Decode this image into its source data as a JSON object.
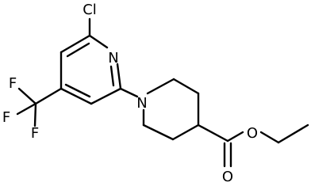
{
  "molecule": {
    "atoms": {
      "chlorine": "Cl",
      "pyridine_nitrogen": "N",
      "piperidine_nitrogen": "N",
      "fluorine_1": "F",
      "fluorine_2": "F",
      "fluorine_3": "F",
      "ester_oxygen": "O",
      "carbonyl_oxygen": "O"
    }
  },
  "colors": {
    "bond": "#000000",
    "label": "#000000",
    "background": "#ffffff"
  }
}
